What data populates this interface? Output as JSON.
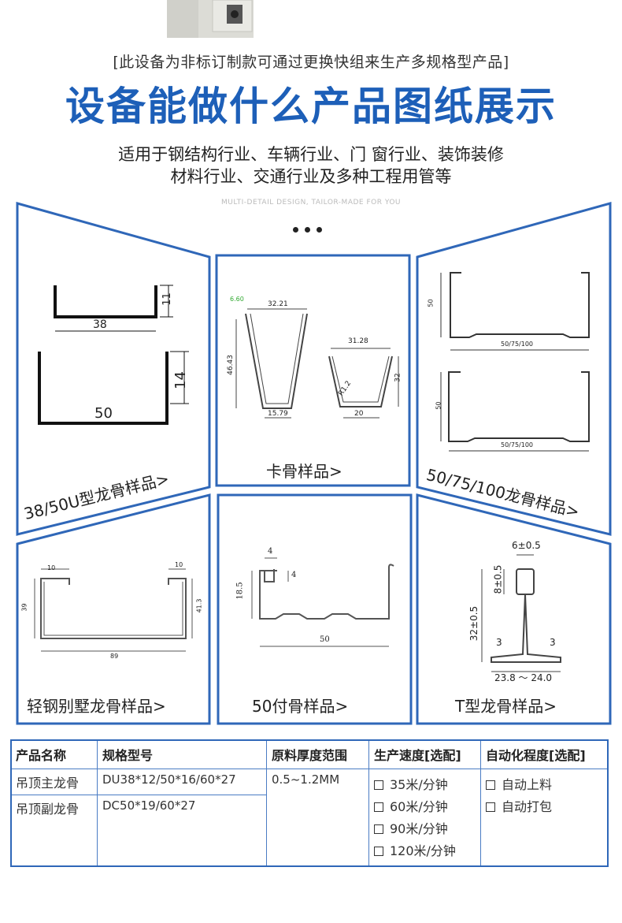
{
  "header": {
    "notice": "[此设备为非标订制款可通过更换快组来生产多规格型产品]",
    "headline": "设备能做什么产品图纸展示",
    "subline_1": "适用于钢结构行业、车辆行业、门 窗行业、装饰装修",
    "subline_2": "材料行业、交通行业及多种工程用管等",
    "tagline": "MULTI-DETAIL DESIGN, TAILOR-MADE FOR YOU"
  },
  "panels": {
    "p1": {
      "label": "38/50U型龙骨样品>",
      "dims": [
        "11",
        "38",
        "14",
        "50"
      ]
    },
    "p2": {
      "label": "卡骨样品>",
      "dims": [
        "6.60",
        "32.21",
        "46.43",
        "15.79",
        "31.28",
        "32",
        "R1.2",
        "20"
      ]
    },
    "p3": {
      "label": "50/75/100龙骨样品>",
      "dims": [
        "50",
        "50/75/100",
        "50",
        "50/75/100"
      ]
    },
    "p4": {
      "label": "轻钢别墅龙骨样品>",
      "dims": [
        "10",
        "10",
        "39",
        "41.3",
        "89"
      ]
    },
    "p5": {
      "label": "50付骨样品>",
      "dims": [
        "4",
        "4",
        "18.5",
        "50"
      ]
    },
    "p6": {
      "label": "T型龙骨样品>",
      "dims": [
        "6±0.5",
        "8±0.5",
        "32±0.5",
        "3",
        "3",
        "23.8 ～ 24.0"
      ]
    }
  },
  "table": {
    "headers": [
      "产品名称",
      "规格型号",
      "原料厚度范围",
      "生产速度[选配]",
      "自动化程度[选配]"
    ],
    "rows": [
      {
        "name": "吊顶主龙骨",
        "spec": "DU38*12/50*16/60*27"
      },
      {
        "name": "吊顶副龙骨",
        "spec": "DC50*19/60*27"
      }
    ],
    "thickness": "0.5~1.2MM",
    "speeds": [
      "35米/分钟",
      "60米/分钟",
      "90米/分钟",
      "120米/分钟"
    ],
    "automation": [
      "自动上料",
      "自动打包"
    ]
  },
  "colors": {
    "brand_blue": "#1d5fb8",
    "frame_blue": "#2f67b8"
  }
}
